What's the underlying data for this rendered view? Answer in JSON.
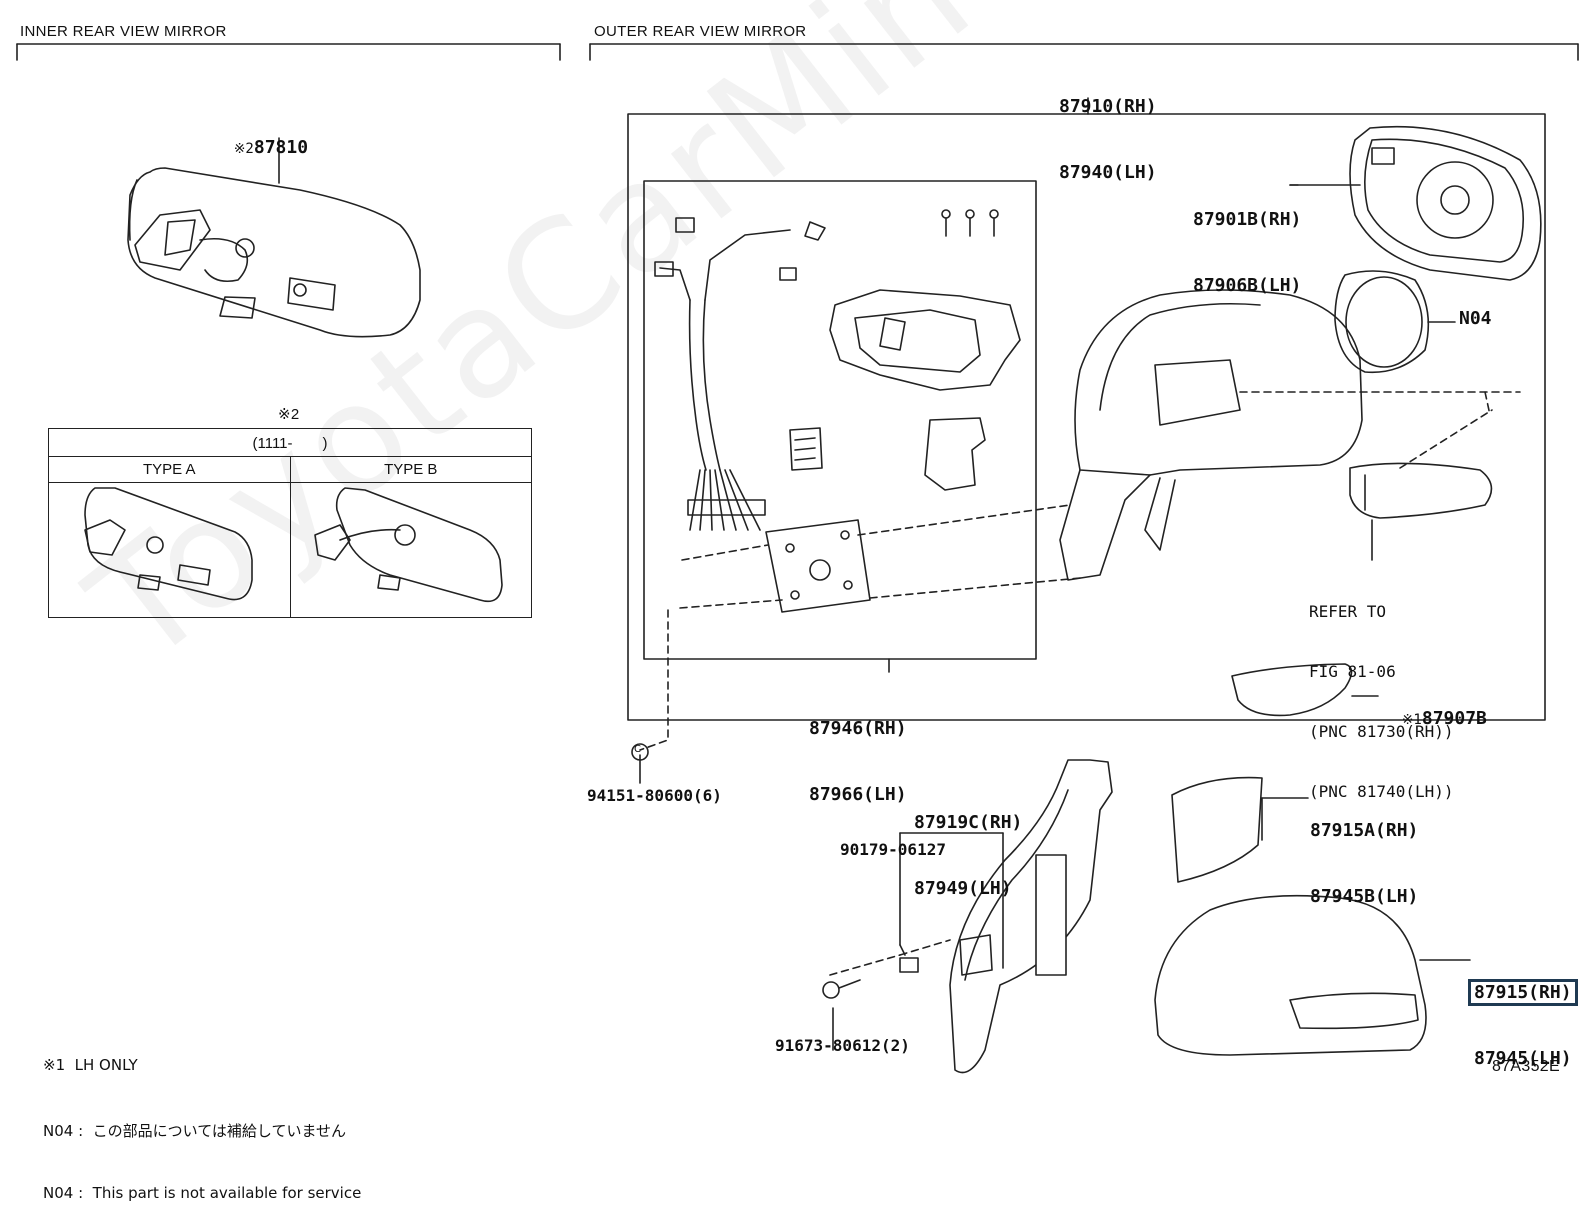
{
  "watermark": "ToyotaCarMine.ru",
  "sections": {
    "inner_title": "INNER REAR VIEW MIRROR",
    "outer_title": "OUTER REAR VIEW MIRROR"
  },
  "inner": {
    "part_marker": "※2",
    "part_no": "87810",
    "variant_table": {
      "marker": "※2",
      "range_label": "(1111-　　)",
      "type_a": "TYPE A",
      "type_b": "TYPE B"
    }
  },
  "outer": {
    "assy_rh": "87910(RH)",
    "assy_lh": "87940(LH)",
    "glass_rh": "87901B(RH)",
    "glass_lh": "87906B(LH)",
    "motor_code": "N04",
    "actuator_rh": "87946(RH)",
    "actuator_lh": "87966(LH)",
    "refer_line1": "REFER TO",
    "refer_line2": "FIG 81-06",
    "refer_line3": "(PNC 81730(RH))",
    "refer_line4": "(PNC 81740(LH))",
    "lamp_cover_marker": "※1",
    "lamp_cover_no": "87907B",
    "screw_no": "94151-80600(6)",
    "screw_circle_label": "C",
    "garnish_rh": "87919C(RH)",
    "garnish_lh": "87949(LH)",
    "clip_no": "90179-06127",
    "bolt_no": "91673-80612(2)",
    "cover_lower_rh": "87915A(RH)",
    "cover_lower_lh": "87945B(LH)",
    "cover_rh": "87915(RH)",
    "cover_lh": "87945(LH)"
  },
  "notes": {
    "line1": "※1  LH ONLY",
    "line2": "N04 :  この部品については補給していません",
    "line3": "N04 :  This part is not available for service"
  },
  "figure_id": "87A352E"
}
